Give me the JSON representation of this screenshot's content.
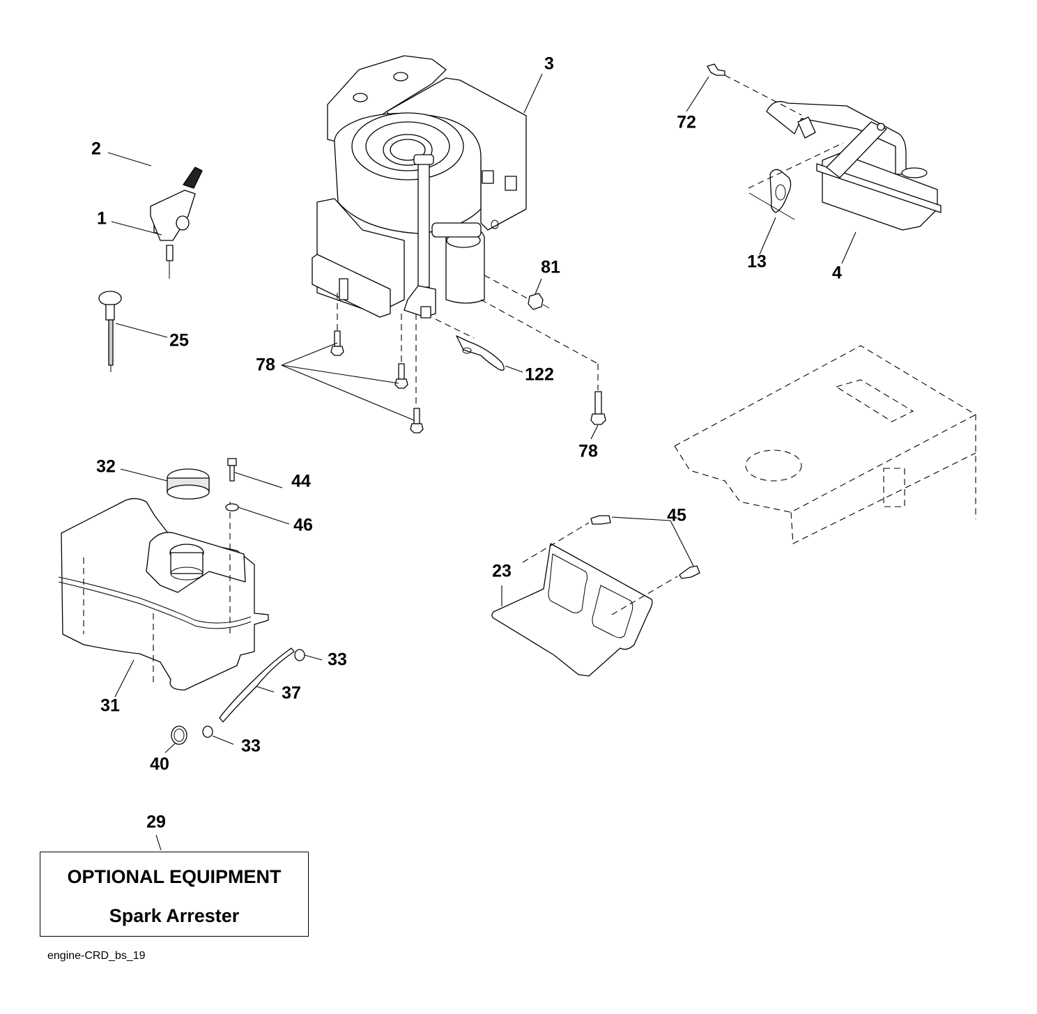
{
  "diagram": {
    "type": "exploded parts diagram",
    "subject": "engine assembly",
    "figure_id": "engine-CRD_bs_19",
    "optional_box": {
      "callout": "29",
      "title": "OPTIONAL EQUIPMENT",
      "subtitle": "Spark Arrester"
    },
    "callouts": [
      {
        "id": "c1",
        "label": "1",
        "part": "throttle-control-bracket"
      },
      {
        "id": "c2",
        "label": "2",
        "part": "screw"
      },
      {
        "id": "c3",
        "label": "3",
        "part": "engine"
      },
      {
        "id": "c4",
        "label": "4",
        "part": "muffler"
      },
      {
        "id": "c13",
        "label": "13",
        "part": "gasket"
      },
      {
        "id": "c23",
        "label": "23",
        "part": "heat-shield"
      },
      {
        "id": "c25",
        "label": "25",
        "part": "choke-control"
      },
      {
        "id": "c31",
        "label": "31",
        "part": "fuel-tank"
      },
      {
        "id": "c32",
        "label": "32",
        "part": "fuel-cap"
      },
      {
        "id": "c33a",
        "label": "33",
        "part": "hose-clamp"
      },
      {
        "id": "c33b",
        "label": "33",
        "part": "hose-clamp"
      },
      {
        "id": "c37",
        "label": "37",
        "part": "fuel-line"
      },
      {
        "id": "c40",
        "label": "40",
        "part": "grommet"
      },
      {
        "id": "c44",
        "label": "44",
        "part": "screw"
      },
      {
        "id": "c45",
        "label": "45",
        "part": "bolt"
      },
      {
        "id": "c46",
        "label": "46",
        "part": "washer"
      },
      {
        "id": "c72",
        "label": "72",
        "part": "bolt"
      },
      {
        "id": "c78a",
        "label": "78",
        "part": "engine-bolts"
      },
      {
        "id": "c78b",
        "label": "78",
        "part": "engine-bolt"
      },
      {
        "id": "c81",
        "label": "81",
        "part": "nut"
      },
      {
        "id": "c122",
        "label": "122",
        "part": "clip"
      }
    ]
  }
}
